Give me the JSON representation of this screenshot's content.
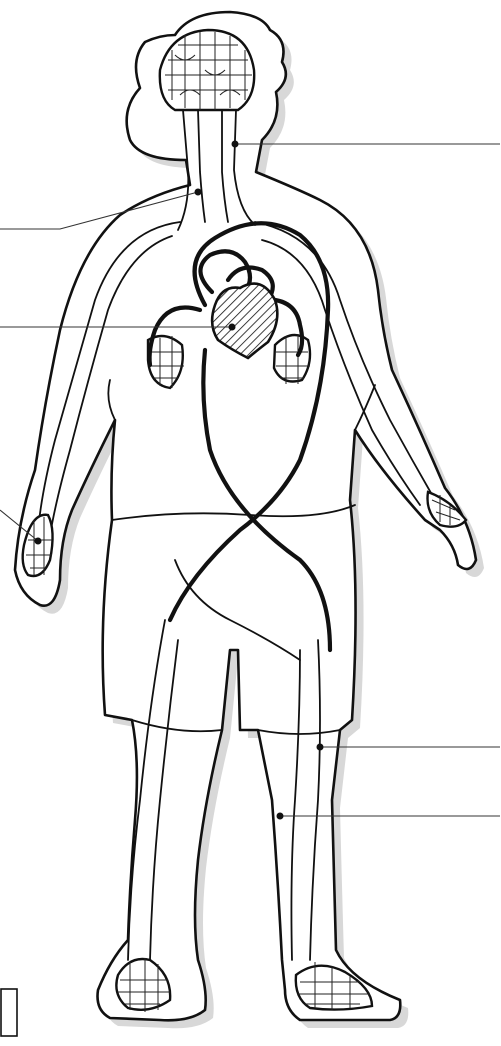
{
  "diagram": {
    "subject": "human-circulatory-system",
    "labels": [
      {
        "id": "neck-vessel",
        "text": ""
      },
      {
        "id": "neck-vessel-left",
        "text": ""
      },
      {
        "id": "heart",
        "text": ""
      },
      {
        "id": "hand-capillaries",
        "text": ""
      },
      {
        "id": "leg-vessel-a",
        "text": ""
      },
      {
        "id": "leg-vessel-b",
        "text": ""
      }
    ]
  },
  "colors": {
    "line": "#111111",
    "shadow": "#d8d8d8",
    "background": "#ffffff"
  }
}
